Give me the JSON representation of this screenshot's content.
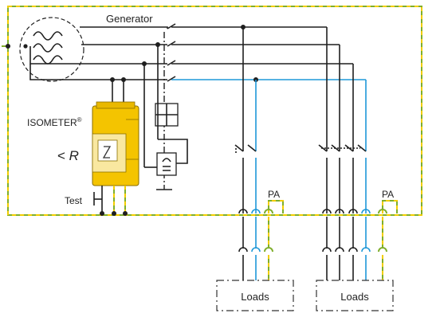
{
  "labels": {
    "generator": "Generator",
    "isometer": "ISOMETER",
    "isometer_mark": "®",
    "resistance_lt": "< ",
    "resistance_r": "R",
    "test": "Test",
    "pa": "PA",
    "loads": "Loads"
  },
  "colors": {
    "conductor": "#1f1f1f",
    "neutral": "#1e98d8",
    "protective_earth_green": "#7fae2c",
    "protective_earth_yellow": "#f2cd00",
    "device_body": "#f4c400",
    "device_face": "#f9e8a0"
  }
}
